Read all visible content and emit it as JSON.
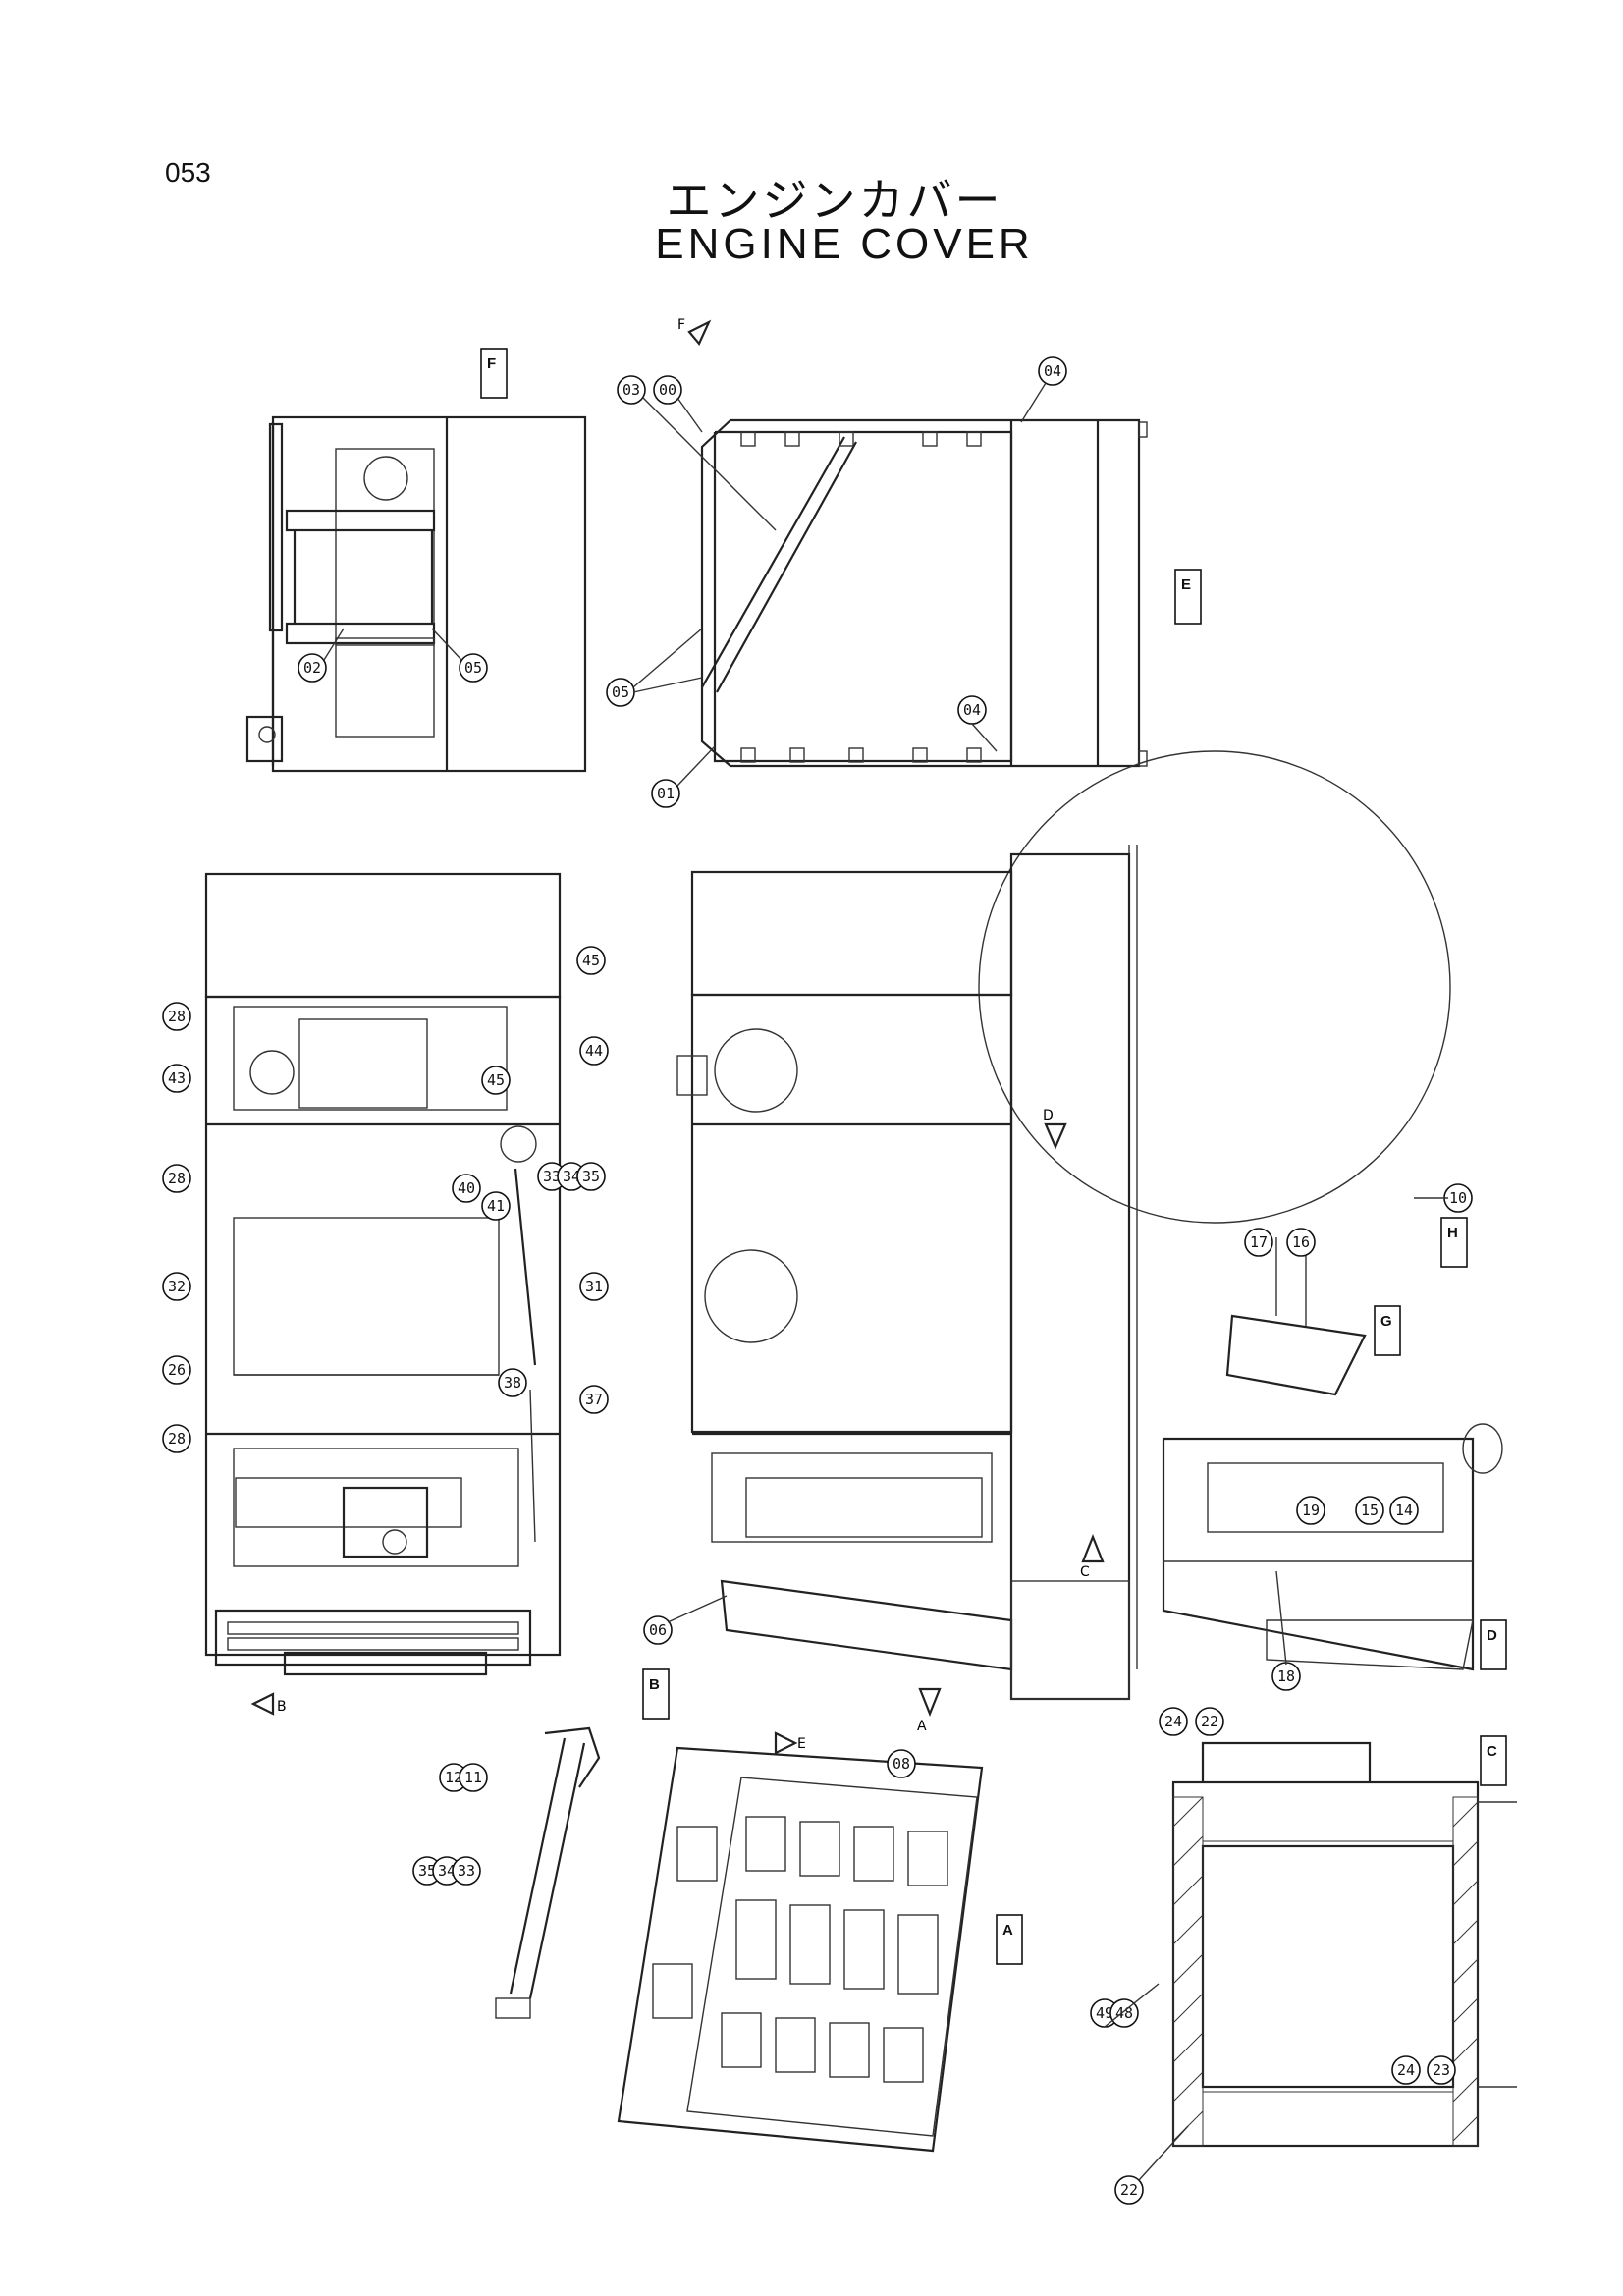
{
  "page": {
    "number": "053",
    "title_jp": "エンジンカバー",
    "title_en": "ENGINE COVER"
  },
  "callouts": {
    "c01": "01",
    "c02": "02",
    "c03": "03",
    "c04a": "04",
    "c04b": "04",
    "c05a": "05",
    "c05b": "05",
    "c06": "06",
    "c08": "08",
    "c00": "00",
    "c10": "10",
    "c11": "11",
    "c12": "12",
    "c14": "14",
    "c15": "15",
    "c16": "16",
    "c17": "17",
    "c18": "18",
    "c19": "19",
    "c22a": "22",
    "c22b": "22",
    "c23": "23",
    "c24a": "24",
    "c24b": "24",
    "c26": "26",
    "c28a": "28",
    "c28b": "28",
    "c28c": "28",
    "c31": "31",
    "c32": "32",
    "c33a": "33",
    "c34a": "34",
    "c35a": "35",
    "c33b": "33",
    "c34b": "34",
    "c35b": "35",
    "c37": "37",
    "c38": "38",
    "c40": "40",
    "c41": "41",
    "c43": "43",
    "c44": "44",
    "c45a": "45",
    "c45b": "45",
    "c48": "48",
    "c49": "49"
  },
  "section_tags": {
    "A": "A",
    "B": "B",
    "C": "C",
    "D": "D",
    "E": "E",
    "F": "F",
    "G": "G",
    "H": "H"
  },
  "arrow_letters": {
    "a1": "A",
    "a2": "C",
    "a3": "D",
    "a4": "B",
    "a5": "E",
    "a6": "F"
  }
}
